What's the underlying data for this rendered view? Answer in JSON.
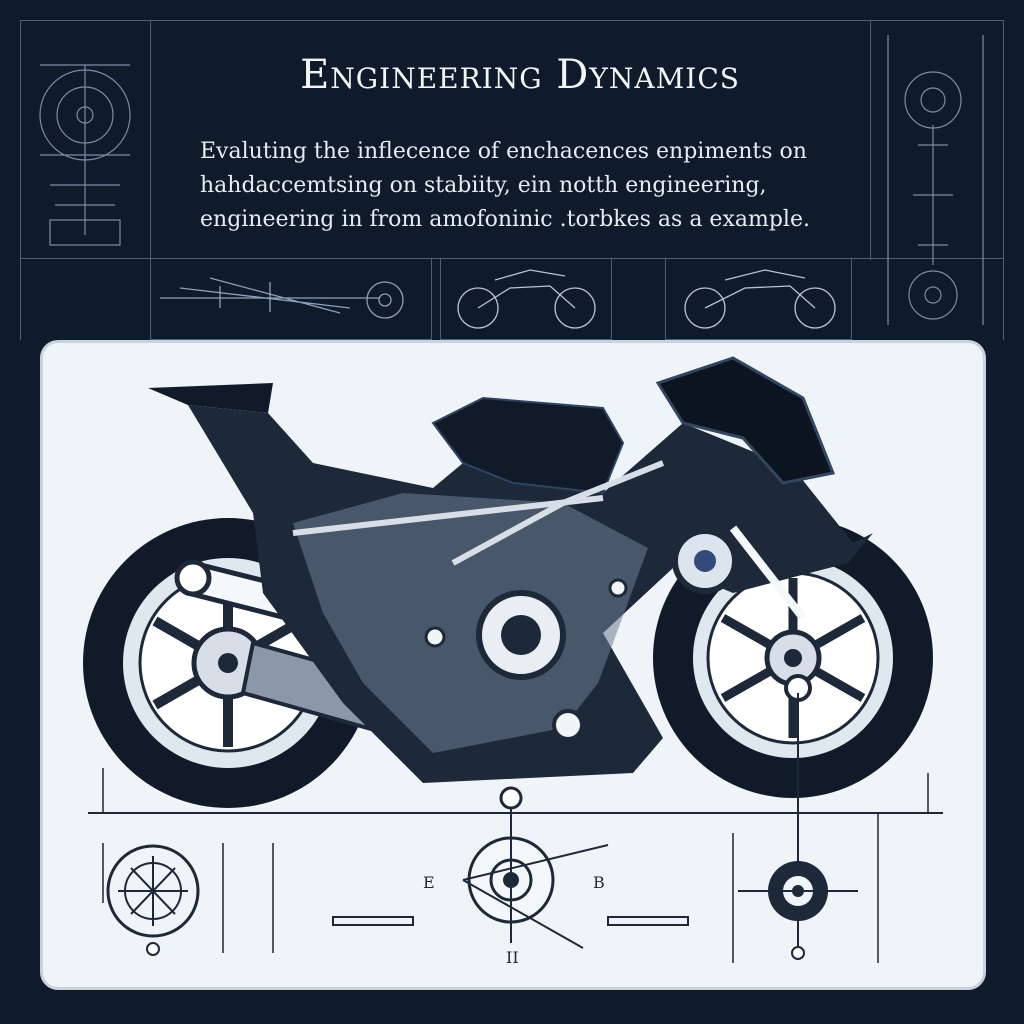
{
  "header": {
    "title": "Engineering Dynamics",
    "intro_lines": [
      "Evaluting the inflecence of enchacences enpiments on",
      "hahdaccemtsing on stabiity, ein notth engineering,",
      "engineering in from amofoninic .torbkes as a example."
    ]
  },
  "diagram": {
    "labels": {
      "left_mark": "E",
      "right_mark": "B",
      "bottom_mark": "II"
    }
  },
  "colors": {
    "background": "#0f1a2b",
    "panel": "#eef4f8",
    "ink": "#1d2838",
    "line": "#4e5f78",
    "accent": "#334b7a"
  }
}
